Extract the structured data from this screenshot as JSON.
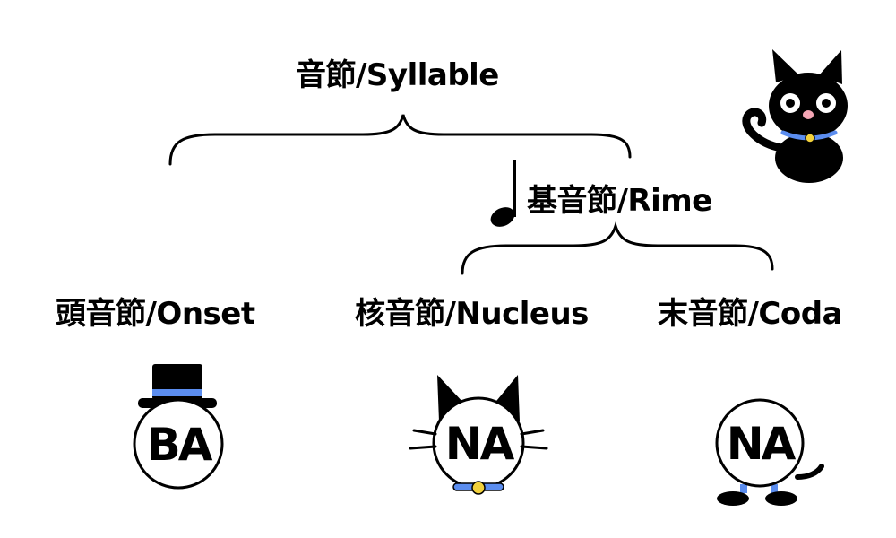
{
  "labels": {
    "syllable": "音節/Syllable",
    "rime": "基音節/Rime",
    "onset": "頭音節/Onset",
    "nucleus": "核音節/Nucleus",
    "coda": "末音節/Coda"
  },
  "circles": {
    "onset": "BA",
    "nucleus": "NA",
    "coda": "NA"
  },
  "icons": {
    "music_note": "music-note-icon",
    "mascot": "black-cat-mascot",
    "hat": "top-hat-icon",
    "cat_ears": "cat-ears-icon",
    "feet": "feet-icon"
  },
  "colors": {
    "ink": "#000000",
    "accent_blue": "#5b8def",
    "bell_yellow": "#f2d13c",
    "nose_pink": "#f4a6b5"
  }
}
